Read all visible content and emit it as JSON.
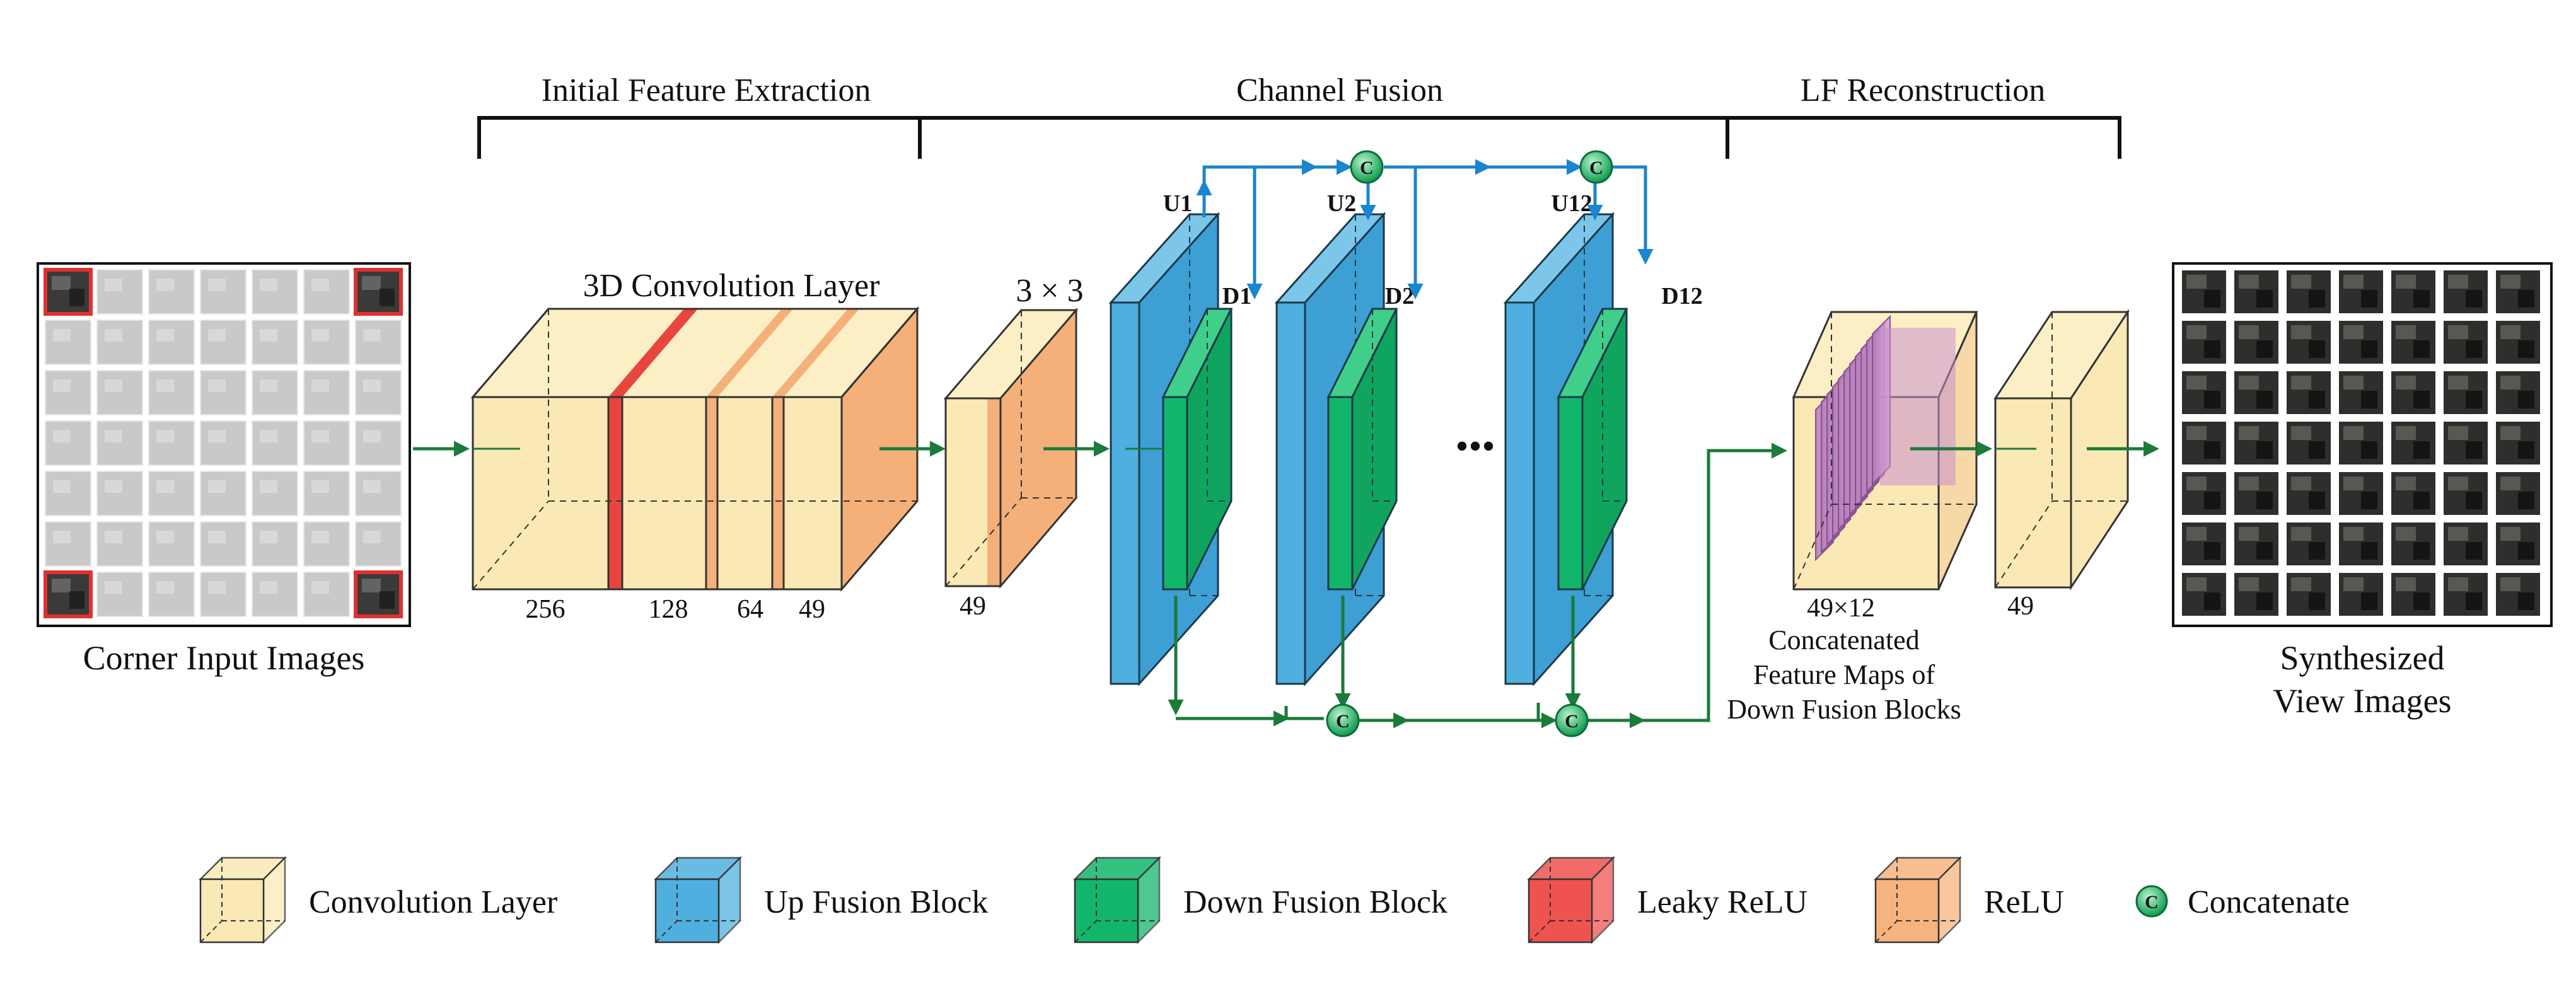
{
  "stages": {
    "initial": "Initial Feature Extraction",
    "fusion": "Channel Fusion",
    "recon": "LF Reconstruction"
  },
  "input_caption": "Corner Input Images",
  "output_caption": [
    "Synthesized",
    "View Images"
  ],
  "conv3d_title": "3D Convolution Layer",
  "kernel_label": "3 × 3",
  "channels": {
    "c256": "256",
    "c128": "128",
    "c64": "64",
    "c49a": "49",
    "c49b": "49",
    "c49c": "49"
  },
  "ellipsis": "•••",
  "blocks": {
    "u1": "U1",
    "u2": "U2",
    "u12": "U12",
    "d1": "D1",
    "d2": "D2",
    "d12": "D12"
  },
  "concat_symbol": "C",
  "concat_shape": "49×12",
  "concat_caption": [
    "Concatenated",
    "Feature Maps of",
    "Down Fusion Blocks"
  ],
  "legend": [
    {
      "key": "conv",
      "label": "Convolution Layer",
      "color": "#fbe9b5"
    },
    {
      "key": "up",
      "label": "Up Fusion Block",
      "color": "#4fb0e0"
    },
    {
      "key": "down",
      "label": "Down Fusion Block",
      "color": "#12b66a"
    },
    {
      "key": "leaky",
      "label": "Leaky ReLU",
      "color": "#ef5350"
    },
    {
      "key": "relu",
      "label": "ReLU",
      "color": "#f7b37e"
    },
    {
      "key": "concat",
      "label": "Concatenate",
      "color": "#1fbf6c"
    }
  ],
  "colors": {
    "conv": "#fbe9b5",
    "up": "#4fb0e0",
    "down": "#12b66a",
    "leaky": "#ef5350",
    "relu": "#f7b37e",
    "arrow_green": "#1c7a3a",
    "arrow_blue": "#1a85d0"
  }
}
